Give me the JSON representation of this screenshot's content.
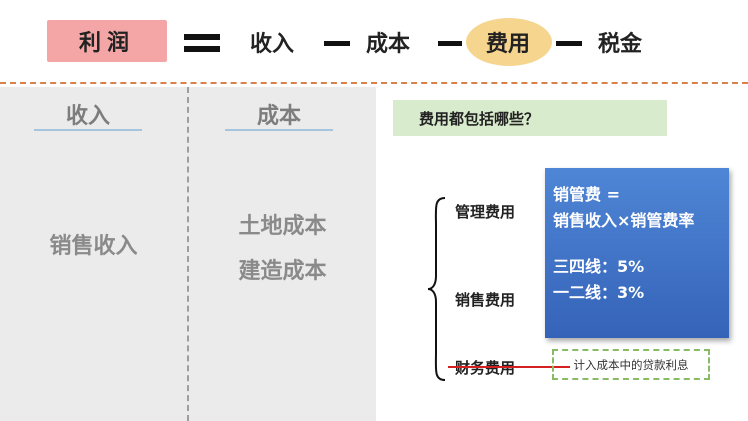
{
  "formula": {
    "profit": "利润",
    "revenue": "收入",
    "cost": "成本",
    "fees": "费用",
    "tax": "税金"
  },
  "left_panel": {
    "revenue_heading": "收入",
    "revenue_item": "销售收入",
    "cost_heading": "成本",
    "cost_items": [
      "土地成本",
      "建造成本"
    ]
  },
  "right_panel": {
    "question": "费用都包括哪些？",
    "fee_items": [
      "管理费用",
      "销售费用",
      "财务费用"
    ],
    "formula_box": {
      "line1": "销管费 =",
      "line2": "销售收入×销管费率",
      "line3": "三四线：5%",
      "line4": "一二线：3%"
    },
    "loan_note": "计入成本中的贷款利息"
  }
}
